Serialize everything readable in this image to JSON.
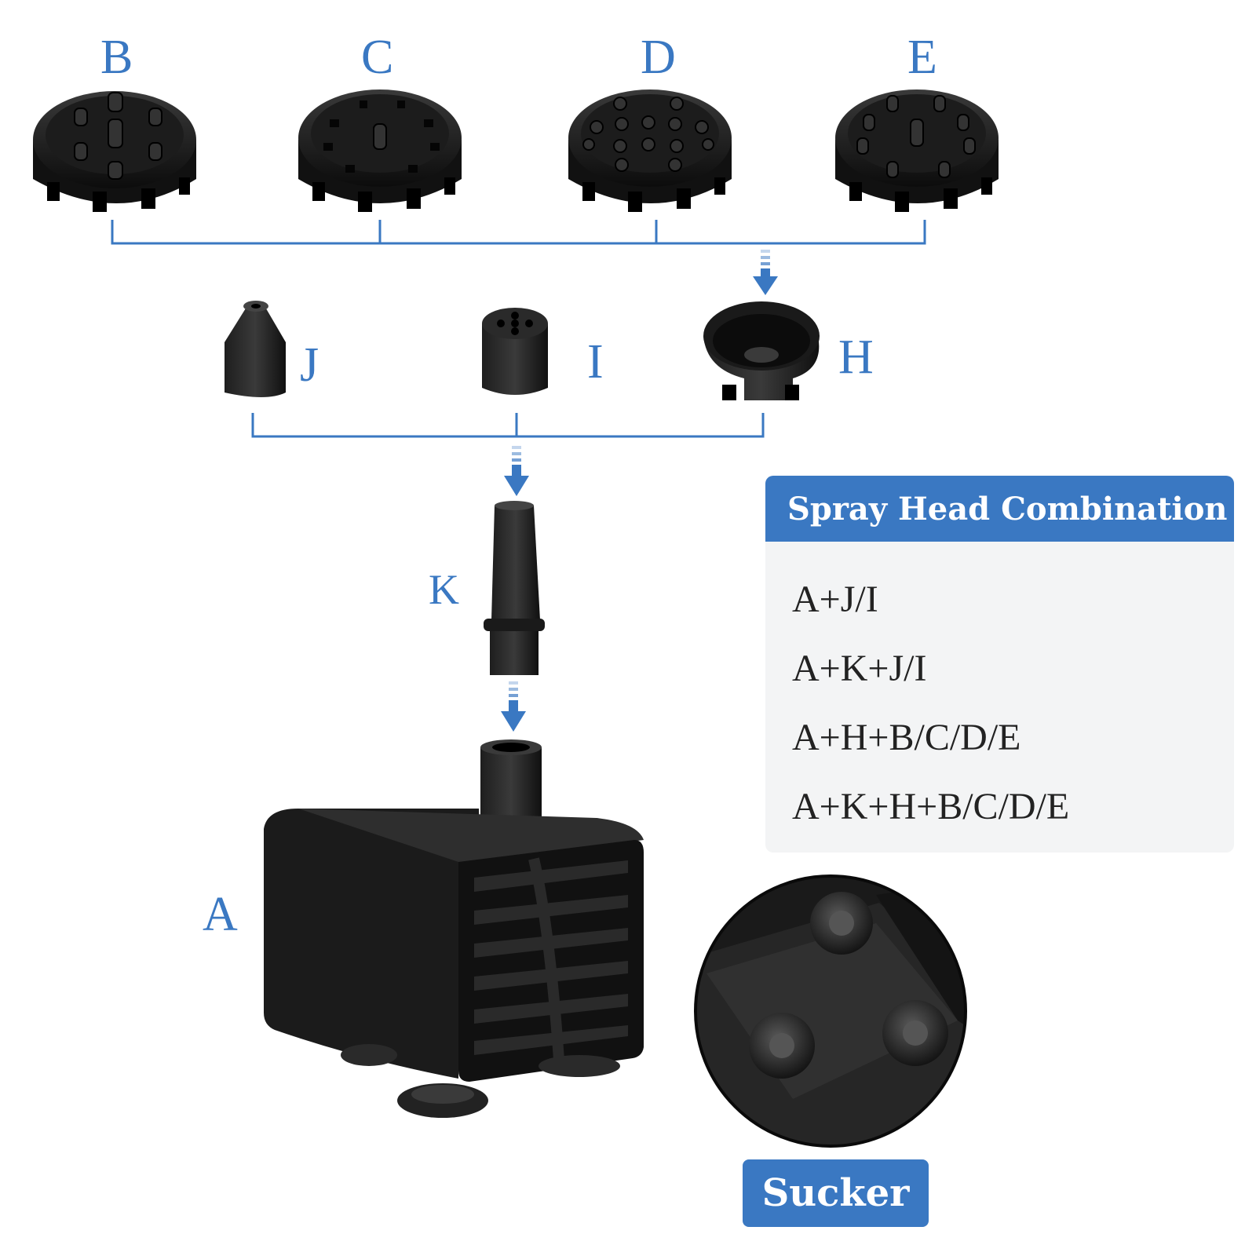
{
  "labels": {
    "B": "B",
    "C": "C",
    "D": "D",
    "E": "E",
    "J": "J",
    "I": "I",
    "H": "H",
    "K": "K",
    "A": "A"
  },
  "combination": {
    "title": "Spray Head Combination",
    "items": [
      "A+J/I",
      "A+K+J/I",
      "A+H+B/C/D/E",
      "A+K+H+B/C/D/E"
    ]
  },
  "sucker_label": "Sucker",
  "colors": {
    "accent": "#3a78c2",
    "part": "#141414",
    "panel": "#f3f4f5"
  }
}
